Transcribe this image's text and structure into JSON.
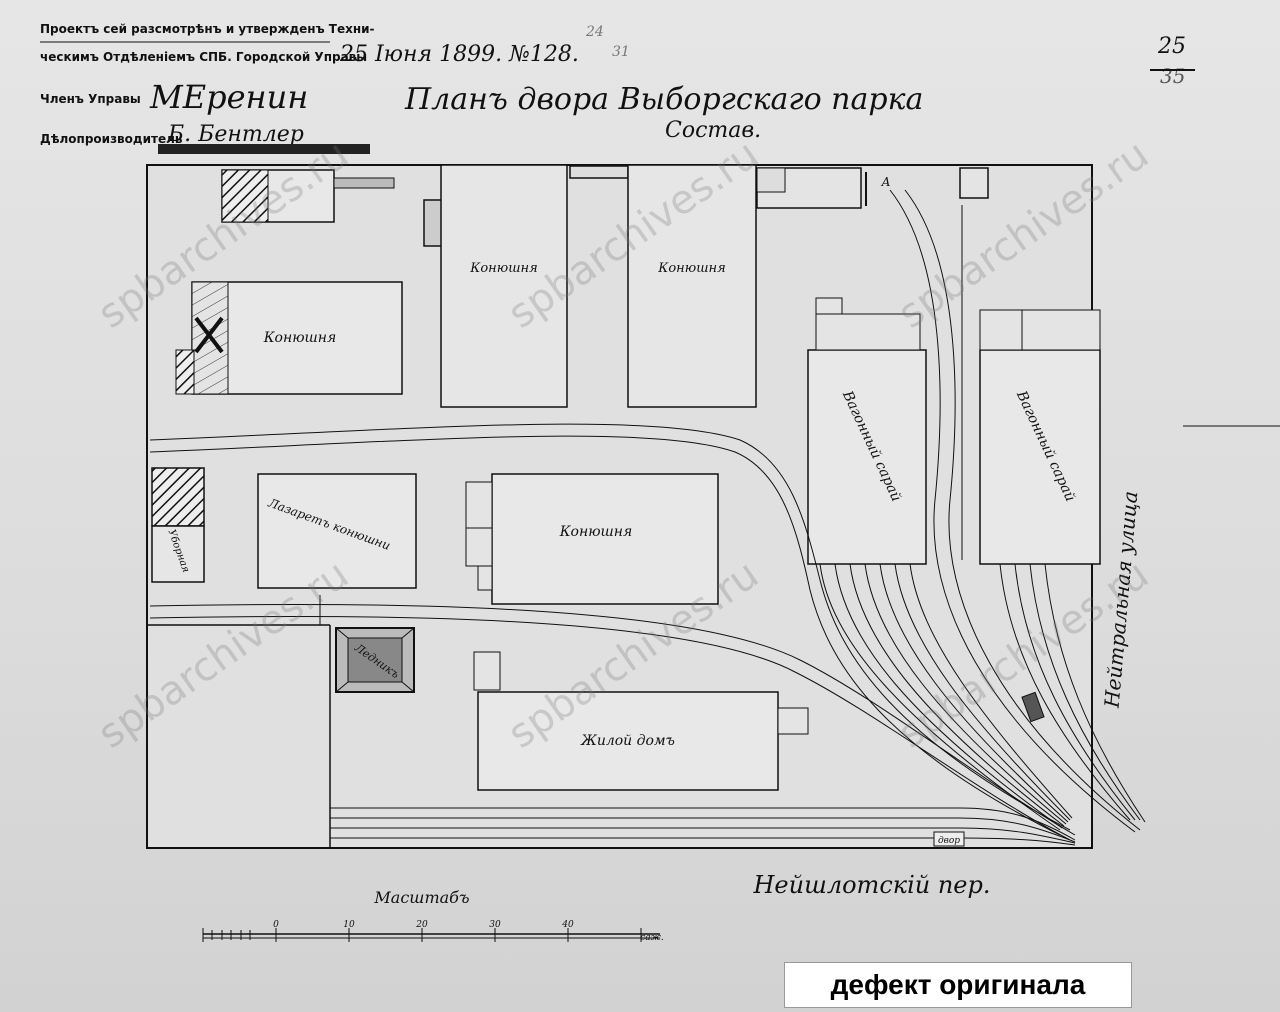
{
  "header": {
    "line1": "Проектъ сей разсмотрѣнъ и утвержденъ Техни-",
    "line2": "ческимъ Отдѣленiемъ СПБ. Городской Управы",
    "date": "25 Iюня 1899. №128.",
    "line3": "Членъ Управы",
    "line4": "Дѣлопроизводитель",
    "signature_1": "МЕренин",
    "signature_2": "Б. Бентлер"
  },
  "title": "Планъ двора Выборгскаго парка",
  "subtitle": "Состав.",
  "corner_numbers": {
    "top": "25",
    "bottom": "35",
    "mid": "24",
    "mid2": "31"
  },
  "buildings": {
    "stable_top_1": "Конюшня",
    "stable_top_2": "Конюшня",
    "stable_left": "Конюшня",
    "stable_mid": "Конюшня",
    "infirmary": "Лазаретъ конюшни",
    "icehouse": "Ледникъ",
    "residential": "Жилой домъ",
    "wagon_shed_1": "Вагонный сарай",
    "wagon_shed_2": "Вагонный сарай",
    "toilet": "Уборная",
    "gate": "двор"
  },
  "streets": {
    "right": "Нейтральная улица",
    "bottom": "Нейшлотскiй пер."
  },
  "marker_a": "А",
  "scale": {
    "title": "Масштабъ",
    "ticks": [
      "0",
      "10",
      "20",
      "30",
      "40"
    ],
    "unit": "саж."
  },
  "watermark": "spbarchives.ru",
  "defect_note": "дефект оригинала"
}
